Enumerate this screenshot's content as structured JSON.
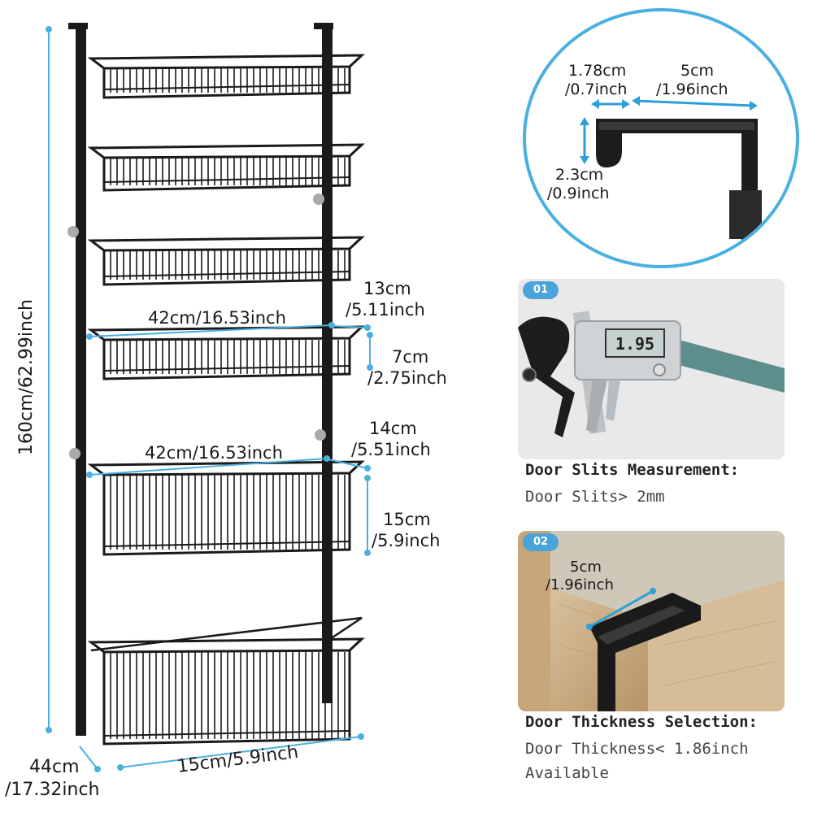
{
  "rack": {
    "height_label": "160cm/62.99inch",
    "depth_top_label_line1": "13cm",
    "depth_top_label_line2": "/5.11inch",
    "width_top_label": "42cm/16.53inch",
    "shelf_height_label_line1": "7cm",
    "shelf_height_label_line2": "/2.75inch",
    "depth_bottom_label_line1": "14cm",
    "depth_bottom_label_line2": "/5.51inch",
    "width_bottom_label": "42cm/16.53inch",
    "basket_height_label_line1": "15cm",
    "basket_height_label_line2": "/5.9inch",
    "base_width_label_line1": "44cm",
    "base_width_label_line2": "/17.32inch",
    "base_depth_label": "15cm/5.9inch",
    "color": "#1a1a1a",
    "accent": "#4ab0e0"
  },
  "hook_detail": {
    "thickness_label_line1": "1.78cm",
    "thickness_label_line2": "/0.7inch",
    "width_label_line1": "5cm",
    "width_label_line2": "/1.96inch",
    "height_label_line1": "2.3cm",
    "height_label_line2": "/0.9inch"
  },
  "panel_1": {
    "badge": "01",
    "caliper_reading": "1.95",
    "title": "Door Slits Measurement:",
    "body": "Door Slits> 2mm"
  },
  "panel_2": {
    "badge": "02",
    "label_line1": "5cm",
    "label_line2": "/1.96inch",
    "title": "Door Thickness Selection:",
    "body_line1": "Door Thickness< 1.86inch",
    "body_line2": "Available"
  }
}
